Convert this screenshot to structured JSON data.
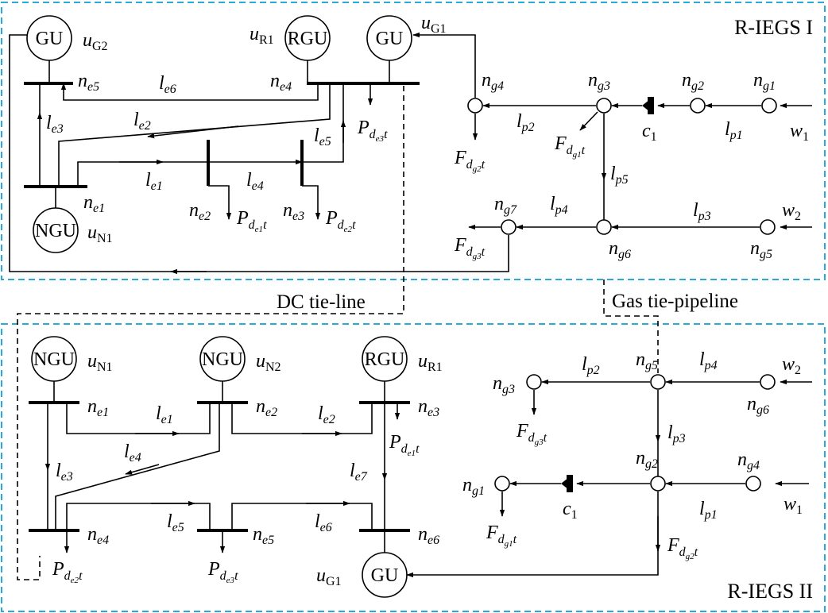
{
  "regions": {
    "top": "R-IEGS I",
    "bottom": "R-IEGS II"
  },
  "ties": {
    "dc": "DC tie-line",
    "gas": "Gas tie-pipeline"
  },
  "top_generators": {
    "gu2": {
      "unit": "GU",
      "label": "u",
      "sub": "G2"
    },
    "rgu1": {
      "unit": "RGU",
      "label": "u",
      "sub": "R1"
    },
    "gu1": {
      "unit": "GU",
      "label": "u",
      "sub": "G1"
    },
    "ngu1": {
      "unit": "NGU",
      "label": "u",
      "sub": "N1"
    }
  },
  "bottom_generators": {
    "ngu1": {
      "unit": "NGU",
      "label": "u",
      "sub": "N1"
    },
    "ngu2": {
      "unit": "NGU",
      "label": "u",
      "sub": "N2"
    },
    "rgu1": {
      "unit": "RGU",
      "label": "u",
      "sub": "R1"
    },
    "gu1": {
      "unit": "GU",
      "label": "u",
      "sub": "G1"
    }
  },
  "symbols": {
    "n": "n",
    "l": "l",
    "P": "P",
    "F": "F",
    "c": "c",
    "w": "w",
    "t": "t",
    "d": "d"
  },
  "top_buses": {
    "e1": "e1",
    "e2": "e2",
    "e3": "e3",
    "e4": "e4",
    "e5": "e5"
  },
  "top_lines": {
    "e1": "e1",
    "e2": "e2",
    "e3": "e3",
    "e4": "e4",
    "e5": "e5",
    "e6": "e6"
  },
  "top_loads": {
    "d1": {
      "sub": "e1"
    },
    "d2": {
      "sub": "e2"
    },
    "d3": {
      "sub": "e3"
    }
  },
  "top_gas_nodes": {
    "g1": "g1",
    "g2": "g2",
    "g3": "g3",
    "g4": "g4",
    "g5": "g5",
    "g6": "g6",
    "g7": "g7"
  },
  "top_pipes": {
    "p1": "p1",
    "p2": "p2",
    "p3": "p3",
    "p4": "p4",
    "p5": "p5"
  },
  "top_gas_loads": {
    "g1": "g1",
    "g2": "g2",
    "g3": "g3"
  },
  "top_wells": {
    "w1": "1",
    "w2": "2"
  },
  "top_compressor": {
    "sub": "1"
  },
  "bottom_buses": {
    "e1": "e1",
    "e2": "e2",
    "e3": "e3",
    "e4": "e4",
    "e5": "e5",
    "e6": "e6"
  },
  "bottom_lines": {
    "e1": "e1",
    "e2": "e2",
    "e3": "e3",
    "e4": "e4",
    "e5": "e5",
    "e6": "e6",
    "e7": "e7"
  },
  "bottom_loads": {
    "d1": {
      "sub": "e1"
    },
    "d2": {
      "sub": "e2"
    },
    "d3": {
      "sub": "e3"
    }
  },
  "bottom_gas_nodes": {
    "g1": "g1",
    "g2": "g2",
    "g3": "g3",
    "g4": "g4",
    "g5": "g5",
    "g6": "g6"
  },
  "bottom_pipes": {
    "p1": "p1",
    "p2": "p2",
    "p3": "p3",
    "p4": "p4"
  },
  "bottom_gas_loads": {
    "g1": "g1",
    "g2": "g2",
    "g3": "g3"
  },
  "bottom_wells": {
    "w1": "1",
    "w2": "2"
  },
  "bottom_compressor": {
    "sub": "1"
  }
}
